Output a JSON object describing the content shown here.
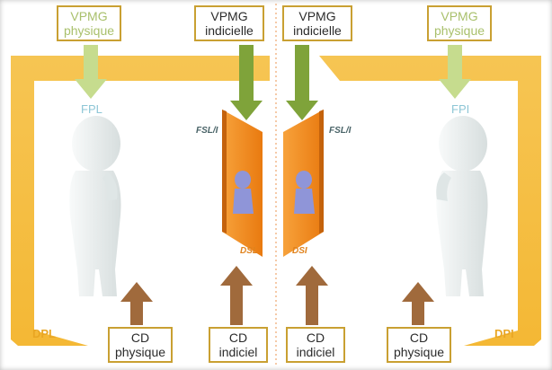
{
  "colors": {
    "bracket": "#f6bf3b",
    "mirror": "#f08a1e",
    "arrow_dark_green": "#7fa33a",
    "arrow_light_green": "#c6dc8e",
    "arrow_brown": "#a06a3c",
    "box_border": "#c9a032",
    "figure": "#e9eeee",
    "reflection": "#8f95d8"
  },
  "boxes": {
    "left_vpmg_physique": {
      "line1": "VPMG",
      "line2": "physique"
    },
    "left_vpmg_indicielle": {
      "line1": "VPMG",
      "line2": "indicielle"
    },
    "right_vpmg_indicielle": {
      "line1": "VPMG",
      "line2": "indicielle"
    },
    "right_vpmg_physique": {
      "line1": "VPMG",
      "line2": "physique"
    },
    "left_cd_physique": {
      "line1": "CD",
      "line2": "physique"
    },
    "left_cd_indiciel": {
      "line1": "CD",
      "line2": "indiciel"
    },
    "right_cd_indiciel": {
      "line1": "CD",
      "line2": "indiciel"
    },
    "right_cd_physique": {
      "line1": "CD",
      "line2": "physique"
    }
  },
  "labels": {
    "fpl": "FPL",
    "fpi": "FPI",
    "fsl_left": "FSL/I",
    "fsl_right": "FSL/I",
    "dsl": "DSL",
    "dsi": "DSI",
    "dpl": "DPL",
    "dpi": "DPI"
  }
}
